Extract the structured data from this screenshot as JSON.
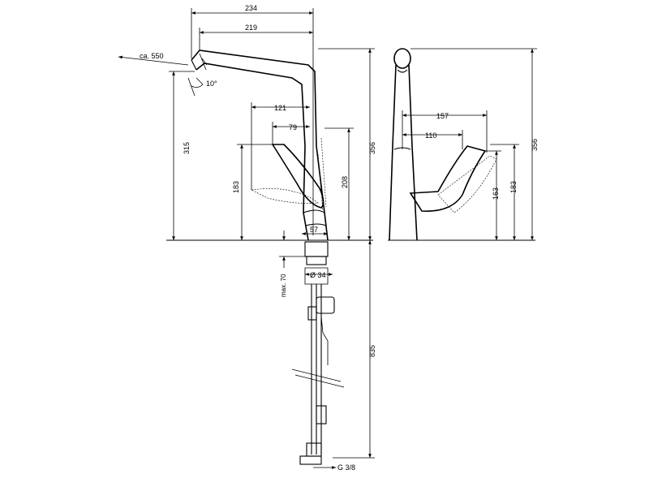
{
  "drawing": {
    "title": "",
    "dimensions": {
      "d234": "234",
      "d219": "219",
      "d550": "ca. 550",
      "d10deg": "10°",
      "d315": "315",
      "d121": "121",
      "d79": "79",
      "d183_front": "183",
      "d208": "208",
      "d356_front": "356",
      "d57": "57",
      "d70": "max. 70",
      "d34": "Ø 34",
      "d835": "835",
      "dG38": "G 3/8",
      "d157": "157",
      "d110": "110",
      "d163": "163",
      "d183_side": "183",
      "d356_side": "356"
    }
  }
}
